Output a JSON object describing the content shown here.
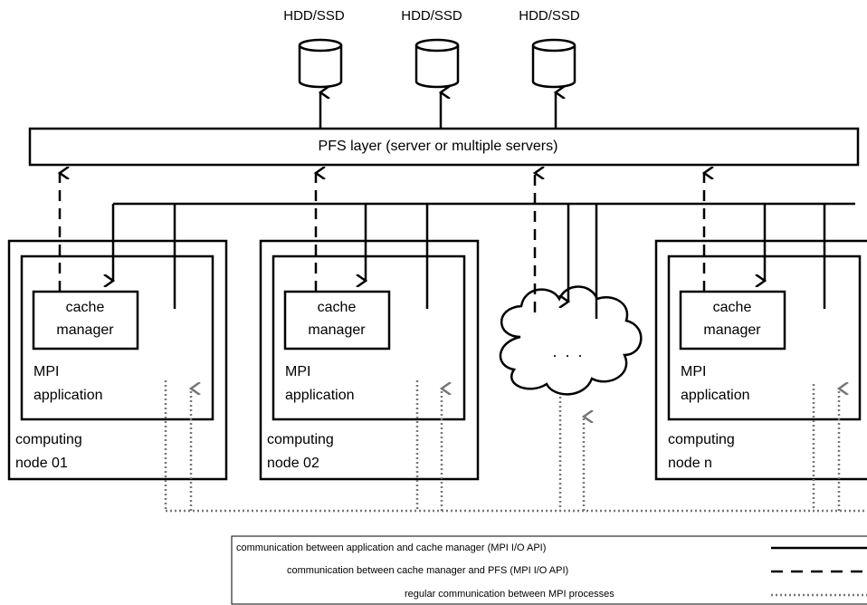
{
  "storage": {
    "labels": [
      "HDD/SSD",
      "HDD/SSD",
      "HDD/SSD"
    ]
  },
  "pfs": {
    "label": "PFS layer (server or multiple servers)"
  },
  "nodes": [
    {
      "cache_line1": "cache",
      "cache_line2": "manager",
      "app_line1": "MPI",
      "app_line2": "application",
      "node_line1": "computing",
      "node_line2": "node 01"
    },
    {
      "cache_line1": "cache",
      "cache_line2": "manager",
      "app_line1": "MPI",
      "app_line2": "application",
      "node_line1": "computing",
      "node_line2": "node 02"
    },
    {
      "cache_line1": "cache",
      "cache_line2": "manager",
      "app_line1": "MPI",
      "app_line2": "application",
      "node_line1": "computing",
      "node_line2": "node n"
    }
  ],
  "cloud": {
    "ellipsis": ". . ."
  },
  "legend": {
    "items": [
      {
        "label": "communication between application and cache manager (MPI I/O API)",
        "style": "solid"
      },
      {
        "label": "communication between cache manager and PFS (MPI I/O API)",
        "style": "dashed"
      },
      {
        "label": "regular communication between MPI processes",
        "style": "dotted"
      }
    ]
  },
  "colors": {
    "line": "#000000",
    "dotted": "#777777"
  }
}
